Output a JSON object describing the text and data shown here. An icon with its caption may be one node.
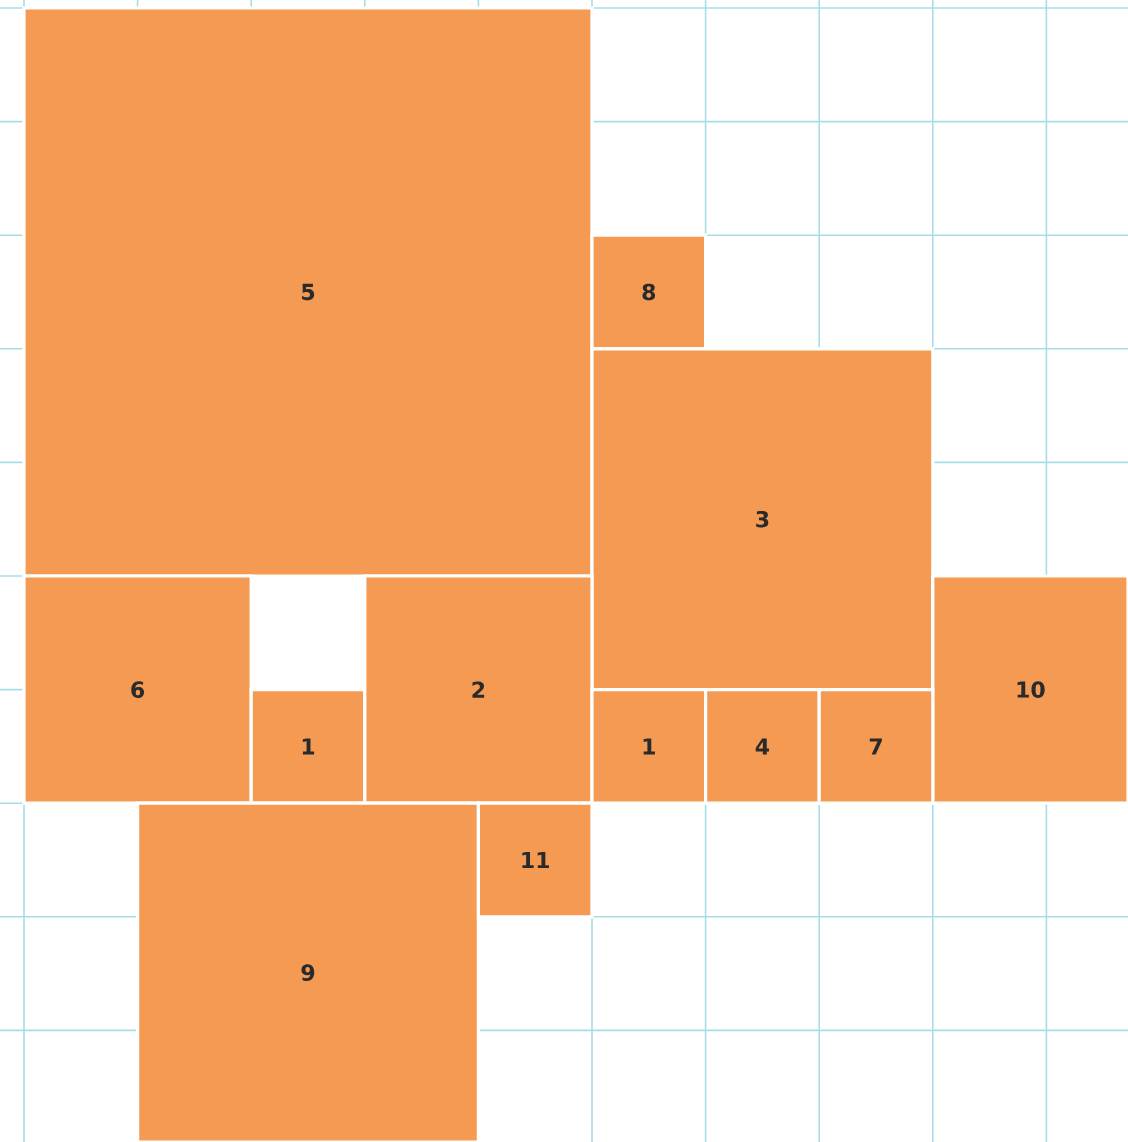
{
  "diagram": {
    "nodes": [
      {
        "text": [
          "5"
        ]
      },
      {
        "text": [
          "8"
        ]
      },
      {
        "text": [
          "3"
        ]
      },
      {
        "text": [
          "6"
        ]
      },
      {
        "text": [
          "1"
        ]
      },
      {
        "text": [
          "2"
        ]
      },
      {
        "text": [
          "10"
        ]
      },
      {
        "text": [
          "1"
        ]
      },
      {
        "text": [
          "4"
        ]
      },
      {
        "text": [
          "7"
        ]
      },
      {
        "text": [
          "9"
        ]
      },
      {
        "text": [
          "11"
        ]
      }
    ]
  }
}
